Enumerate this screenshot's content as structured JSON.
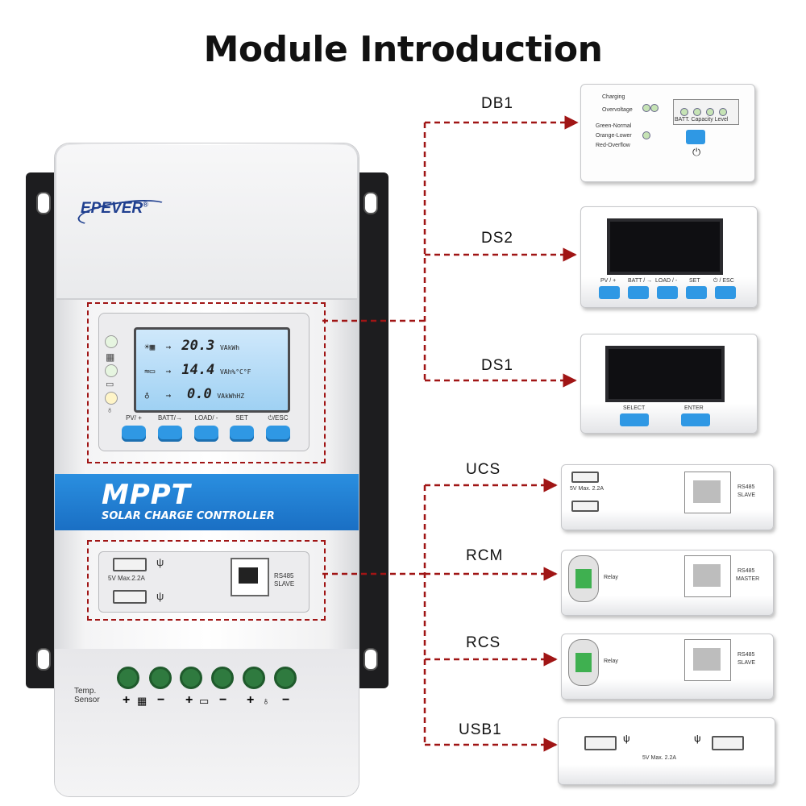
{
  "title": "Module Introduction",
  "controller": {
    "brand": "EPEVER",
    "registered": "®",
    "lcd": {
      "row1_value": "20.3",
      "row1_units": "VAkWh",
      "row2_value": "14.4",
      "row2_units": "VAh%°C°F",
      "row3_value": "0.0",
      "row3_units": "VAkWhHZ"
    },
    "buttons": [
      "PV/ +",
      "BATT/→",
      "LOAD/ -",
      "SET",
      "⏻/ESC"
    ],
    "model": "MPPT",
    "subtitle": "SOLAR CHARGE CONTROLLER",
    "usb_spec": "5V   Max.2.2A",
    "rs485_label": "RS485",
    "rs485_sub": "SLAVE",
    "temp_sensor": "Temp.",
    "temp_sensor2": "Sensor",
    "terminal_signs": [
      "+",
      "−",
      "+",
      "−",
      "+",
      "−"
    ]
  },
  "connections": {
    "db1": "DB1",
    "ds2": "DS2",
    "ds1": "DS1",
    "ucs": "UCS",
    "rcm": "RCM",
    "rcs": "RCS",
    "usb1": "USB1"
  },
  "modules": {
    "db1": {
      "charging": "Charging",
      "overvoltage": "Overvoltage",
      "green": "Green-Normal",
      "orange": "Orange-Lower",
      "red": "Red-Overflow",
      "capacity": "BATT. Capacity Level"
    },
    "ds2": {
      "buttons": [
        "PV / +",
        "BATT / →",
        "LOAD / -",
        "SET",
        "⏻ / ESC"
      ]
    },
    "ds1": {
      "select": "SELECT",
      "enter": "ENTER"
    },
    "ucs": {
      "spec": "5V  Max. 2.2A",
      "rs485": "RS485",
      "sub": "SLAVE"
    },
    "rcm": {
      "relay": "Relay",
      "rs485": "RS485",
      "sub": "MASTER"
    },
    "rcs": {
      "relay": "Relay",
      "rs485": "RS485",
      "sub": "SLAVE"
    },
    "usb1": {
      "spec": "5V   Max. 2.2A"
    }
  },
  "colors": {
    "connector": "#a01515",
    "accent_blue": "#2f98e4",
    "band_blue": "#1a6fc4"
  }
}
